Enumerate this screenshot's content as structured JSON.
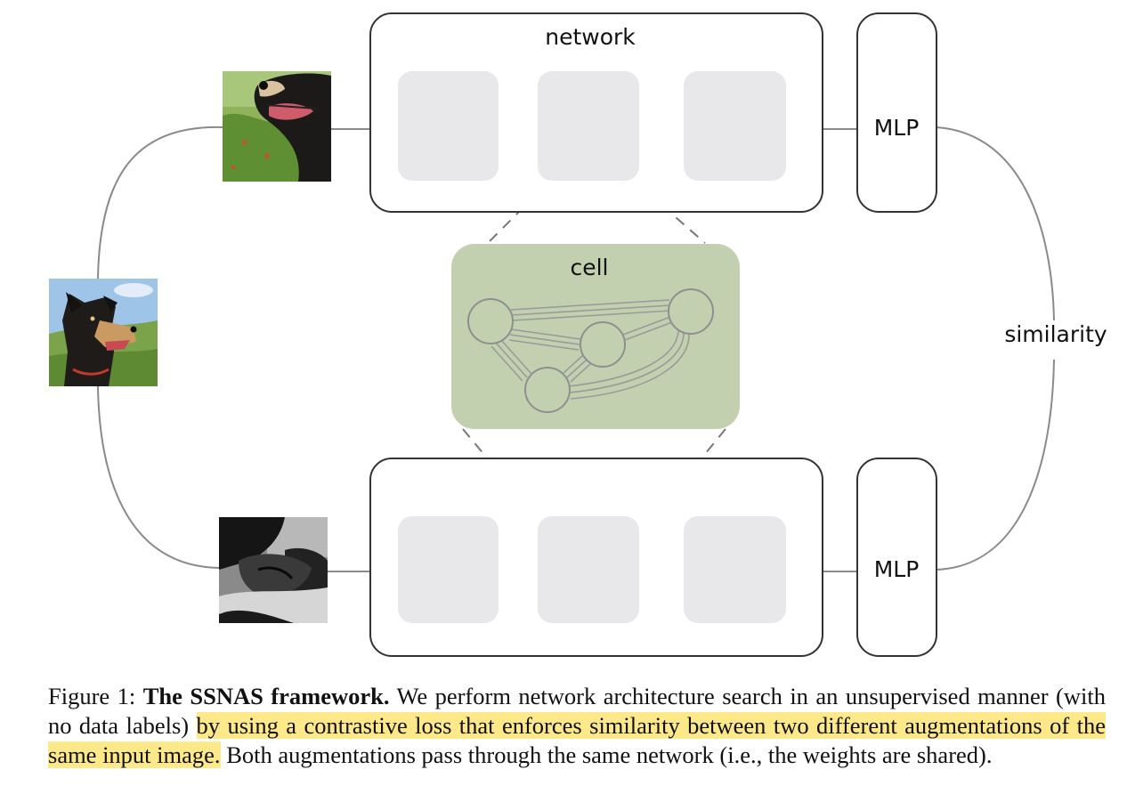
{
  "diagram": {
    "network_label": "network",
    "cell_label": "cell",
    "mlp_top_label": "MLP",
    "mlp_bottom_label": "MLP",
    "similarity_label": "similarity"
  },
  "caption": {
    "figure_number": "Figure 1:",
    "title": "The SSNAS framework.",
    "text_before_highlight": "We perform network architecture search in an unsupervised manner (with no data labels)",
    "highlighted_text": "by using a contrastive loss that enforces similarity between two different augmentations of the same input image.",
    "text_after_highlight": "Both augmentations pass through the same network (i.e., the weights are shared)."
  },
  "colors": {
    "cell_fill": "#c2d0b0",
    "block_fill": "#e8e8ea",
    "highlight": "#fde98a"
  }
}
